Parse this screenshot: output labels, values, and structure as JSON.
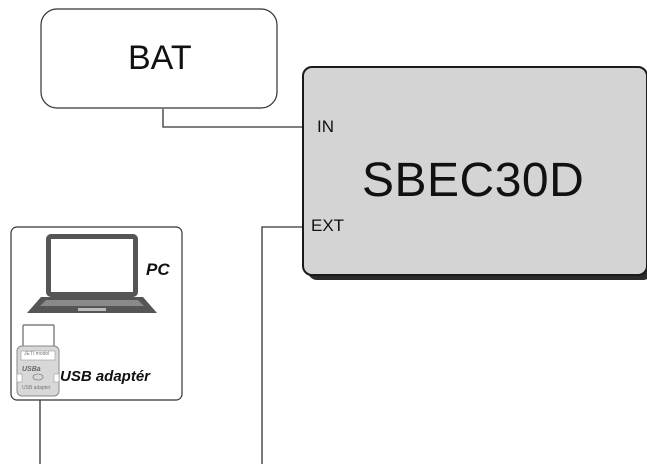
{
  "diagram": {
    "battery_label": "BAT",
    "controller": {
      "name": "SBEC30D",
      "port_in": "IN",
      "port_ext": "EXT"
    },
    "computer_label": "PC",
    "adapter": {
      "label": "USB adaptér",
      "brand_text": "JETI model",
      "logo_text": "USBa",
      "sub_text": "USB adapter"
    }
  },
  "colors": {
    "controller_fill": "#d4d4d4",
    "shadow": "#2a2a2a",
    "stroke": "#333333",
    "background": "#ffffff"
  }
}
